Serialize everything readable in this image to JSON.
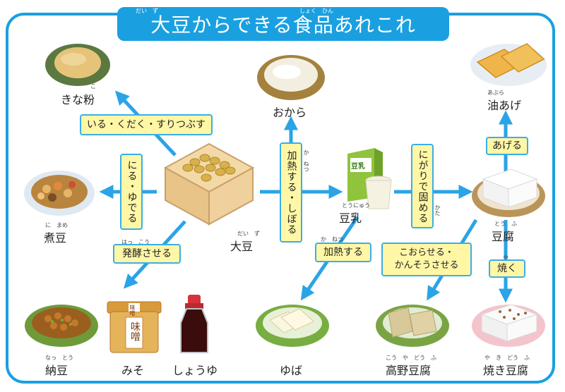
{
  "title": {
    "text": "大豆からできる食品あれこれ",
    "ruby_daizu": "だい　ず",
    "ruby_shokuhin": "しょく　ひん"
  },
  "foods": {
    "kinako": {
      "name": "きな粉",
      "ruby": "こ"
    },
    "okara": {
      "name": "おから"
    },
    "aburaage": {
      "name": "油あげ",
      "ruby": "あぶら"
    },
    "nimame": {
      "name": "煮豆",
      "ruby": "に　まめ"
    },
    "daizu": {
      "name": "大豆",
      "ruby": "だい　ず"
    },
    "tonyu": {
      "name": "豆乳",
      "ruby": "とうにゅう",
      "carton_label": "豆乳"
    },
    "tofu": {
      "name": "豆腐",
      "ruby": "とう　ふ"
    },
    "natto": {
      "name": "納豆",
      "ruby": "なっ　とう"
    },
    "miso": {
      "name": "みそ",
      "pot_label": "味噌",
      "lid_label": "味噌"
    },
    "shoyu": {
      "name": "しょうゆ"
    },
    "yuba": {
      "name": "ゆば"
    },
    "koyadofu": {
      "name": "高野豆腐",
      "ruby": "こう　や　どう　ふ"
    },
    "yakidofu": {
      "name": "焼き豆腐",
      "ruby": "や　き　どう　ふ"
    }
  },
  "processes": {
    "iru": "いる・くだく・すりつぶす",
    "niru": "にる・ゆでる",
    "hakko": {
      "text": "発酵させる",
      "ruby": "はっ　こう"
    },
    "kanetsu_shiboru": {
      "text": "加熱する・しぼる",
      "ruby": "か　ねつ"
    },
    "nigari": {
      "text": "にがりで固める",
      "ruby": "かた"
    },
    "ageru": "あげる",
    "kanetsu": {
      "text": "加熱する",
      "ruby": "か　ねつ"
    },
    "koraseru": {
      "line1": "こおらせる・",
      "line2": "かんそうさせる"
    },
    "yaku": {
      "text": "焼く",
      "ruby": "や"
    }
  },
  "colors": {
    "frame": "#1aa0e0",
    "arrow": "#2aa4e6",
    "label_bg": "#fff7a6"
  }
}
